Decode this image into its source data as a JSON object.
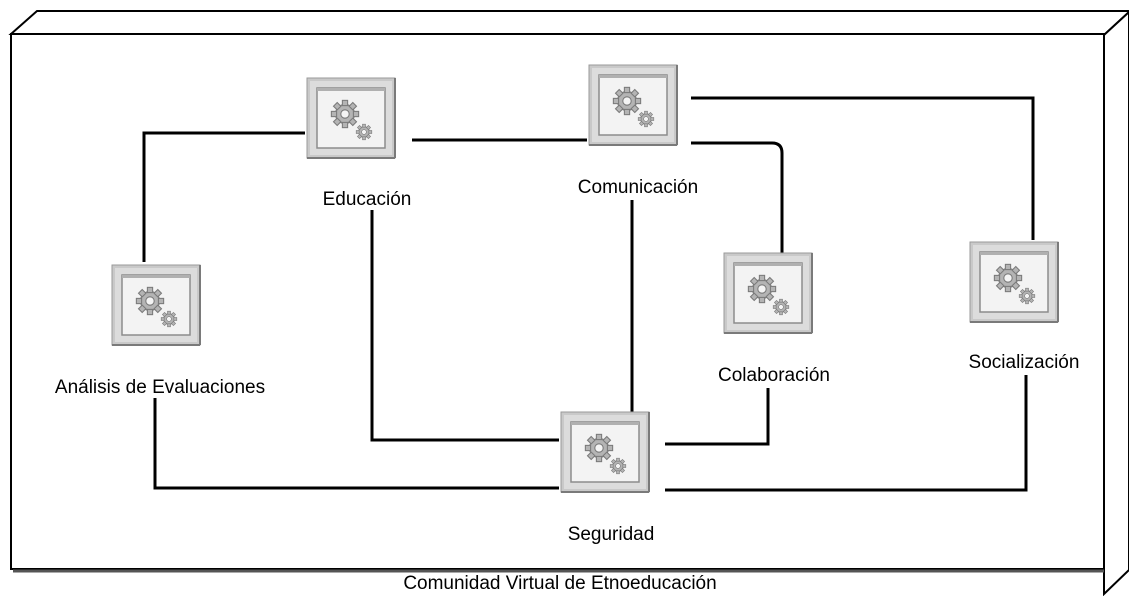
{
  "container": {
    "caption": "Comunidad Virtual de Etnoeducación"
  },
  "nodes": {
    "educacion": {
      "label": "Educación",
      "icon": "gears-icon"
    },
    "comunicacion": {
      "label": "Comunicación",
      "icon": "gears-icon"
    },
    "analisis": {
      "label": "Análisis de Evaluaciones",
      "icon": "gears-icon"
    },
    "colaboracion": {
      "label": "Colaboración",
      "icon": "gears-icon"
    },
    "socializacion": {
      "label": "Socialización",
      "icon": "gears-icon"
    },
    "seguridad": {
      "label": "Seguridad",
      "icon": "gears-icon"
    }
  },
  "colors": {
    "line": "#000000",
    "node_face": "#c8c8c8",
    "node_inner": "#f2f2f2",
    "gear": "#a8a8a8"
  }
}
